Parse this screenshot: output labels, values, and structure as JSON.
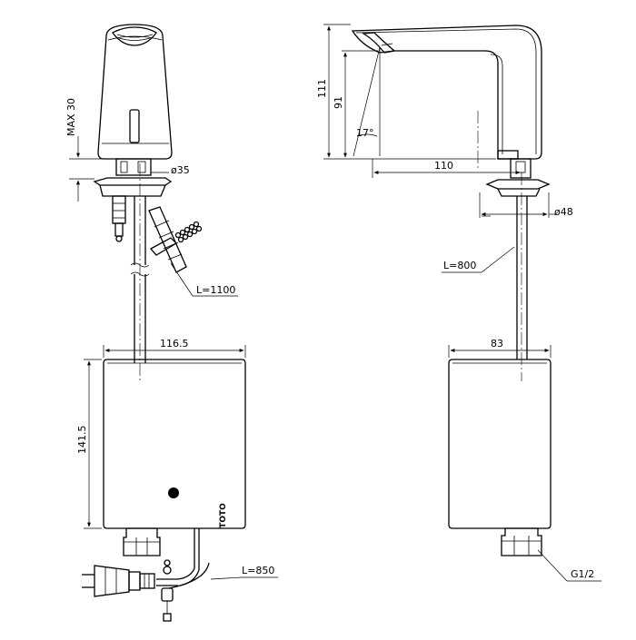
{
  "brand": "TOTO",
  "dimensions": {
    "max_30": "MAX 30",
    "dia_35": "ø35",
    "hose_1100": "L=1100",
    "box_width_left": "116.5",
    "box_height": "141.5",
    "cable_850": "L=850",
    "spout_height": "111",
    "outlet_height": "91",
    "spray_angle": "17°",
    "spout_reach": "110",
    "dia_48": "ø48",
    "hose_800": "L=800",
    "box_depth": "83",
    "thread": "G1/2"
  }
}
